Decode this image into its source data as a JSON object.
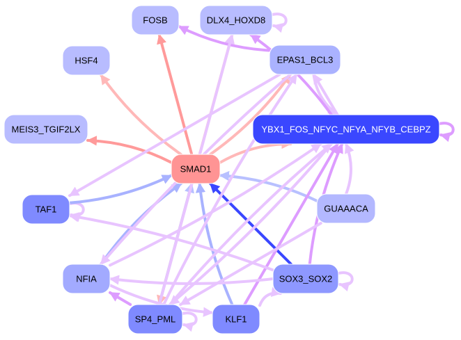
{
  "graph": {
    "type": "directed-network",
    "colors": {
      "hub": "#ff9494",
      "strong_blue": "#3a47ff",
      "node_light": "#b8bcff",
      "node_mid": "#a8b0ff",
      "node_dark": "#7f8aff",
      "edge_red": "#ff9a9a",
      "edge_pink": "#ffb8b8",
      "edge_lavender": "#e8c4ff",
      "edge_purple": "#dd9cff",
      "edge_blue": "#a8b2ff",
      "edge_strong_blue": "#3a47ff"
    },
    "nodes": [
      {
        "id": "FOSB",
        "label": "FOSB",
        "fill": "#b8bcff",
        "text": "#000000"
      },
      {
        "id": "DLX4_HOXD8",
        "label": "DLX4_HOXD8",
        "fill": "#b8bcff",
        "text": "#000000"
      },
      {
        "id": "HSF4",
        "label": "HSF4",
        "fill": "#b8bcff",
        "text": "#000000"
      },
      {
        "id": "EPAS1_BCL3",
        "label": "EPAS1_BCL3",
        "fill": "#aab2ff",
        "text": "#000000"
      },
      {
        "id": "MEIS3_TGIF2LX",
        "label": "MEIS3_TGIF2LX",
        "fill": "#b8bcff",
        "text": "#000000"
      },
      {
        "id": "YBX1",
        "label": "YBX1_FOS_NFYC_NFYA_NFYB_CEBPZ",
        "fill": "#3a47ff",
        "text": "#ffffff"
      },
      {
        "id": "SMAD1",
        "label": "SMAD1",
        "fill": "#ff9494",
        "text": "#000000"
      },
      {
        "id": "TAF1",
        "label": "TAF1",
        "fill": "#7f8aff",
        "text": "#000000"
      },
      {
        "id": "GUAAACA",
        "label": "GUAAACA",
        "fill": "#b3b8ff",
        "text": "#000000"
      },
      {
        "id": "NFIA",
        "label": "NFIA",
        "fill": "#a2aaff",
        "text": "#000000"
      },
      {
        "id": "SOX3_SOX2",
        "label": "SOX3_SOX2",
        "fill": "#8e98ff",
        "text": "#000000"
      },
      {
        "id": "SP4_PML",
        "label": "SP4_PML",
        "fill": "#7f8aff",
        "text": "#000000"
      },
      {
        "id": "KLF1",
        "label": "KLF1",
        "fill": "#7f8aff",
        "text": "#000000"
      }
    ],
    "edges": [
      {
        "from": "SMAD1",
        "to": "FOSB",
        "color": "#ff9a9a"
      },
      {
        "from": "SMAD1",
        "to": "HSF4",
        "color": "#ffb8b8"
      },
      {
        "from": "SMAD1",
        "to": "MEIS3_TGIF2LX",
        "color": "#ff9a9a"
      },
      {
        "from": "SMAD1",
        "to": "DLX4_HOXD8",
        "color": "#ffb8b8"
      },
      {
        "from": "SMAD1",
        "to": "EPAS1_BCL3",
        "color": "#ffb8b8"
      },
      {
        "from": "SMAD1",
        "to": "YBX1",
        "color": "#ffb8b8"
      },
      {
        "from": "SMAD1",
        "to": "SP4_PML",
        "color": "#ffb8b8"
      },
      {
        "from": "EPAS1_BCL3",
        "to": "FOSB",
        "color": "#dd9cff"
      },
      {
        "from": "EPAS1_BCL3",
        "to": "YBX1",
        "color": "#e8c4ff"
      },
      {
        "from": "YBX1",
        "to": "EPAS1_BCL3",
        "color": "#e8c4ff"
      },
      {
        "from": "YBX1",
        "to": "DLX4_HOXD8",
        "color": "#dd9cff"
      },
      {
        "from": "DLX4_HOXD8",
        "to": "DLX4_HOXD8",
        "color": "#e8c4ff"
      },
      {
        "from": "YBX1",
        "to": "YBX1",
        "color": "#dd9cff"
      },
      {
        "from": "TAF1",
        "to": "TAF1",
        "color": "#e8c4ff"
      },
      {
        "from": "SP4_PML",
        "to": "SP4_PML",
        "color": "#e8c4ff"
      },
      {
        "from": "SOX3_SOX2",
        "to": "SOX3_SOX2",
        "color": "#e8c4ff"
      },
      {
        "from": "TAF1",
        "to": "SMAD1",
        "color": "#a8b2ff"
      },
      {
        "from": "NFIA",
        "to": "SMAD1",
        "color": "#a8b2ff"
      },
      {
        "from": "SP4_PML",
        "to": "SMAD1",
        "color": "#b8c0ff"
      },
      {
        "from": "KLF1",
        "to": "SMAD1",
        "color": "#a8b2ff"
      },
      {
        "from": "GUAAACA",
        "to": "SMAD1",
        "color": "#b8c0ff"
      },
      {
        "from": "SOX3_SOX2",
        "to": "SMAD1",
        "color": "#3a47ff"
      },
      {
        "from": "GUAAACA",
        "to": "YBX1",
        "color": "#e8c4ff"
      },
      {
        "from": "SOX3_SOX2",
        "to": "YBX1",
        "color": "#dd9cff"
      },
      {
        "from": "KLF1",
        "to": "YBX1",
        "color": "#dd9cff"
      },
      {
        "from": "SP4_PML",
        "to": "YBX1",
        "color": "#e8c4ff"
      },
      {
        "from": "NFIA",
        "to": "YBX1",
        "color": "#e8c4ff"
      },
      {
        "from": "EPAS1_BCL3",
        "to": "TAF1",
        "color": "#e8c4ff"
      },
      {
        "from": "EPAS1_BCL3",
        "to": "NFIA",
        "color": "#e8c4ff"
      },
      {
        "from": "SP4_PML",
        "to": "EPAS1_BCL3",
        "color": "#e8c4ff"
      },
      {
        "from": "SP4_PML",
        "to": "DLX4_HOXD8",
        "color": "#e8c4ff"
      },
      {
        "from": "SOX3_SOX2",
        "to": "NFIA",
        "color": "#e8c4ff"
      },
      {
        "from": "SOX3_SOX2",
        "to": "TAF1",
        "color": "#e8c4ff"
      },
      {
        "from": "SP4_PML",
        "to": "NFIA",
        "color": "#dd9cff"
      },
      {
        "from": "NFIA",
        "to": "KLF1",
        "color": "#e8c4ff"
      },
      {
        "from": "KLF1",
        "to": "SOX3_SOX2",
        "color": "#e8c4ff"
      },
      {
        "from": "GUAAACA",
        "to": "SP4_PML",
        "color": "#e8c4ff"
      },
      {
        "from": "YBX1",
        "to": "SP4_PML",
        "color": "#e8c4ff"
      }
    ]
  }
}
